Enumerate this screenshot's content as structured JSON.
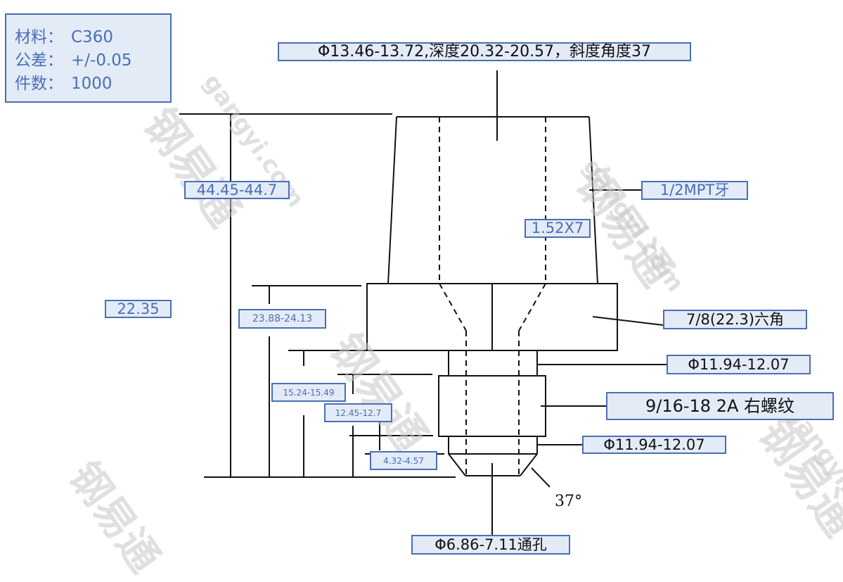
{
  "spec_box": {
    "rows": [
      {
        "key": "材料：",
        "value": "C360"
      },
      {
        "key": "公差：",
        "value": "+/-0.05"
      },
      {
        "key": "件数：",
        "value": "1000"
      }
    ]
  },
  "labels": {
    "top_bore": "Φ13.46-13.72,深度20.32-20.57，斜度角度37",
    "overall_length": "44.45-44.7",
    "thread_mpt": "1/2MPT牙",
    "pitch": "1.52X7",
    "left_dim": "22.35",
    "hex_height": "23.88-24.13",
    "hex": "7/8(22.3)六角",
    "neck_dia_1": "Φ11.94-12.07",
    "len_1": "15.24-15.49",
    "thread_right": "9/16-18 2A 右螺纹",
    "len_2": "12.45-12.7",
    "neck_dia_2": "Φ11.94-12.07",
    "len_3": "4.32-4.57",
    "angle": "37°",
    "through_hole": "Φ6.86-7.11通孔"
  },
  "watermark": {
    "brand": "钢易通",
    "site": "gangyi.com"
  },
  "colors": {
    "box_fill": "#e3ebf6",
    "box_border": "#4a6fb5",
    "line": "#111111"
  }
}
